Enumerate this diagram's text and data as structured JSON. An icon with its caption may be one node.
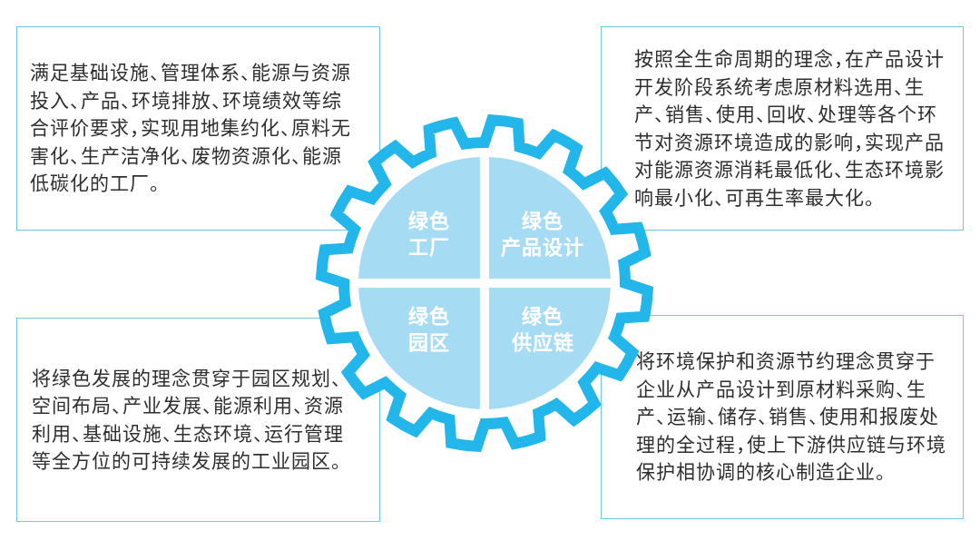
{
  "diagram": {
    "nodes": [
      {
        "text": [
          "满足基础设施、管理体系、能源与资源投入、产品、环境排放、环境绩效等综合评价要求，实现用地集约化、原料无害化、生产洁净化、废物资源化、能源低碳化的工厂。"
        ]
      },
      {
        "text": [
          "按照全生命周期的理念，在产品设计开发阶段系统考虑原材料选用、生产、销售、使用、回收、处理等各个环节对资源环境造成的影响，实现产品对能源资源消耗最低化、生态环境影响最小化、可再生率最大化。"
        ]
      },
      {
        "text": [
          "绿色",
          "工厂"
        ]
      },
      {
        "text": [
          "绿色",
          "产品设计"
        ]
      },
      {
        "text": [
          "绿色",
          "园区"
        ]
      },
      {
        "text": [
          "绿色",
          "供应链"
        ]
      },
      {
        "text": [
          "将绿色发展的理念贯穿于园区规划、空间布局、产业发展、能源利用、资源利用、基础设施、生态环境、运行管理等全方位的可持续发展的工业园区。"
        ]
      },
      {
        "text": [
          "将环境保护和资源节约理念贯穿于企业从产品设计到原材料采购、生产、运输、储存、销售、使用和报废处理的全过程，使上下游供应链与环境保护相协调的核心制造企业。"
        ]
      }
    ]
  }
}
